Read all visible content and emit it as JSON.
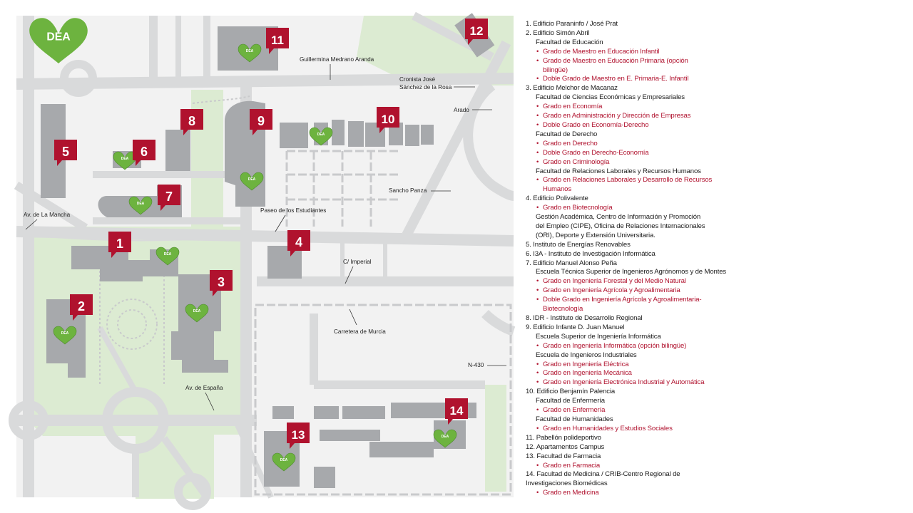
{
  "logo": {
    "text": "DEA",
    "color": "#6db33f"
  },
  "colors": {
    "marker": "#b0122e",
    "heart": "#6db33f",
    "green": "#dcebd2",
    "road": "#d9dadb",
    "building": "#a7a9ac"
  },
  "markers": [
    "1",
    "2",
    "3",
    "4",
    "5",
    "6",
    "7",
    "8",
    "9",
    "10",
    "11",
    "12",
    "13",
    "14"
  ],
  "dea_marker_text": "DEA",
  "streets": {
    "guillermina": "Guillermina Medrano Aranda",
    "cronista_1": "Cronista José",
    "cronista_2": "Sánchez de la Rosa",
    "arado": "Arado",
    "sancho": "Sancho Panza",
    "paseo": "Paseo de los Estudiantes",
    "mancha": "Av. de La Mancha",
    "imperial": "C/ Imperial",
    "murcia": "Carretera de Murcia",
    "n430": "N-430",
    "espana": "Av. de España"
  },
  "legend": [
    {
      "title": "1.  Edificio Paraninfo / José Prat",
      "groups": []
    },
    {
      "title": "2.  Edificio Simón Abril",
      "groups": [
        {
          "sub": "Facultad de Educación",
          "degrees": [
            "Grado de Maestro en Educación Infantil",
            "Grado de Maestro en Educación Primaria (opción bilingüe)",
            "Doble Grado de Maestro en E. Primaria-E. Infantil"
          ]
        }
      ]
    },
    {
      "title": "3.  Edificio Melchor de Macanaz",
      "groups": [
        {
          "sub": "Facultad de Ciencias Económicas y Empresariales",
          "degrees": [
            "Grado en Economía",
            "Grado en Administración y Dirección de Empresas",
            "Doble Grado en Economía-Derecho"
          ]
        },
        {
          "sub": "Facultad de Derecho",
          "degrees": [
            "Grado en Derecho",
            "Doble Grado en Derecho-Economía",
            "Grado en Criminología"
          ]
        },
        {
          "sub": "Facultad de Relaciones Laborales y Recursos Humanos",
          "degrees": [
            "Grado en Relaciones Laborales y Desarrollo de Recursos Humanos"
          ]
        }
      ]
    },
    {
      "title": "4.  Edificio Polivalente",
      "groups": [
        {
          "sub": "",
          "degrees": [
            "Grado en Biotecnología"
          ]
        },
        {
          "sub": "Gestión Académica, Centro de Información y Promoción del Empleo (CIPE), Oficina de Relaciones Internacionales (ORI), Deporte y Extensión Universitaria.",
          "degrees": []
        }
      ]
    },
    {
      "title": "5.  Instituto de Energías Renovables",
      "groups": []
    },
    {
      "title": "6.  I3A - Instituto de Investigación Informática",
      "groups": []
    },
    {
      "title": "7.  Edificio Manuel Alonso Peña",
      "groups": [
        {
          "sub": "Escuela Técnica Superior de Ingenieros Agrónomos y de Montes",
          "degrees": [
            "Grado en Ingeniería Forestal y del Medio Natural",
            "Grado en Ingeniería Agrícola y Agroalimentaria",
            "Doble Grado en Ingeniería Agrícola y Agroalimentaria-Biotecnología"
          ]
        }
      ]
    },
    {
      "title": "8.  IDR - Instituto de Desarrollo Regional",
      "groups": []
    },
    {
      "title": "9.  Edificio Infante D. Juan Manuel",
      "groups": [
        {
          "sub": "Escuela Superior de Ingeniería Informática",
          "degrees": [
            "Grado en Ingeniería Informática (opción bilingüe)"
          ]
        },
        {
          "sub": "Escuela de Ingenieros Industriales",
          "degrees": [
            "Grado en Ingeniería Eléctrica",
            "Grado en Ingeniería Mecánica",
            "Grado en Ingeniería Electrónica Industrial y Automática"
          ]
        }
      ]
    },
    {
      "title": "10. Edificio Benjamín Palencia",
      "groups": [
        {
          "sub": "Facultad de Enfermería",
          "degrees": [
            "Grado en Enfermería"
          ]
        },
        {
          "sub": "Facultad de Humanidades",
          "degrees": [
            "Grado en Humanidades y Estudios Sociales"
          ]
        }
      ]
    },
    {
      "title": "11. Pabellón polideportivo",
      "groups": []
    },
    {
      "title": "12. Apartamentos Campus",
      "groups": []
    },
    {
      "title": "13. Facultad de Farmacia",
      "groups": [
        {
          "sub": "",
          "degrees": [
            "Grado en Farmacia"
          ]
        }
      ]
    },
    {
      "title": "14. Facultad de Medicina / CRIB-Centro Regional de Investigaciones Biomédicas",
      "groups": [
        {
          "sub": "",
          "degrees": [
            "Grado en Medicina"
          ]
        }
      ]
    }
  ]
}
